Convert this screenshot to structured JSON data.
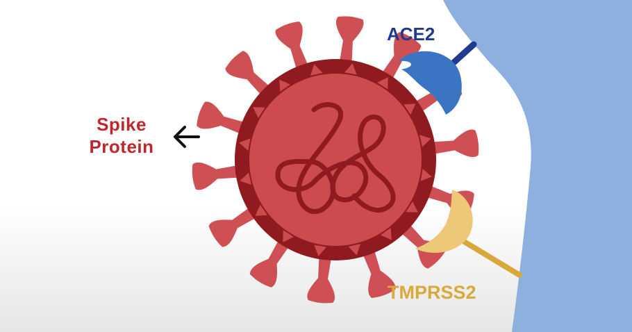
{
  "labels": {
    "spike_line1": "Spike",
    "spike_line2": "Protein",
    "ace2": "ACE2",
    "tmprss2": "TMPRSS2"
  },
  "colors": {
    "spike_label": "#c0262b",
    "ace2_label": "#1f3a8f",
    "tmprss2_label": "#d9a93a",
    "cell_membrane": "#8eb0df",
    "virus_outer": "#8f1a1f",
    "virus_body": "#cb4b4e",
    "spike": "#cf5054",
    "rna": "#8f1a1f",
    "ace2_receptor": "#3c74c4",
    "ace2_stalk": "#1f3a8f",
    "tmprss2_receptor": "#ecc878",
    "tmprss2_stalk": "#d8a93a"
  },
  "icons": {
    "pointer": "left-arrow-icon"
  }
}
